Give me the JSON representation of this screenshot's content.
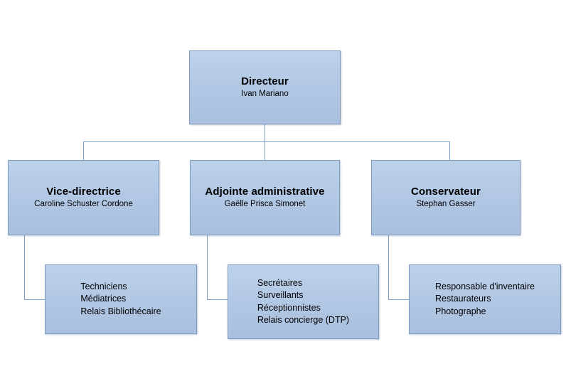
{
  "document": {
    "type": "organizational-chart",
    "background_color": "#ffffff",
    "box_fill_color": "#b2c8e4",
    "box_border_color": "#7f9bc0",
    "connector_color": "#7ba0c8",
    "text_color": "#000000"
  },
  "nodes": {
    "director": {
      "role": "Directeur",
      "person": "Ivan Mariano"
    },
    "vice_director": {
      "role": "Vice-directrice",
      "person": "Caroline  Schuster  Cordone"
    },
    "admin_assistant": {
      "role": "Adjointe administrative",
      "person": "Gaëlle Prisca  Simonet"
    },
    "curator": {
      "role": "Conservateur",
      "person": "Stephan  Gasser"
    }
  },
  "teams": {
    "vice_director_team": {
      "items": [
        "Techniciens",
        "Médiatrices",
        "Relais Bibliothécaire"
      ]
    },
    "admin_team": {
      "items": [
        "Secrétaires",
        "Surveillants",
        "Réceptionnistes",
        "Relais concierge (DTP)"
      ]
    },
    "curator_team": {
      "items": [
        "Responsable d'inventaire",
        "Restaurateurs",
        "Photographe"
      ]
    }
  }
}
